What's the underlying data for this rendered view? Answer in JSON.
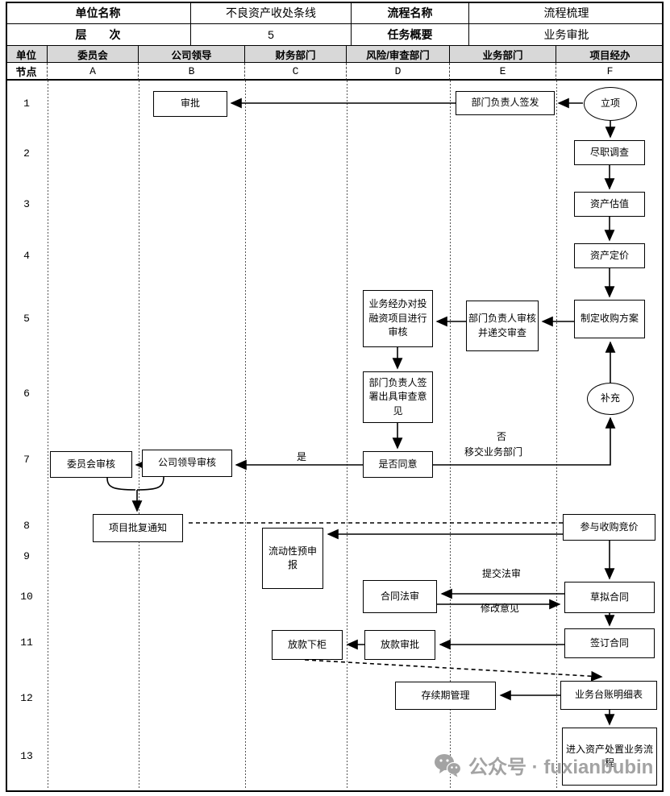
{
  "header": {
    "unit_label": "单位名称",
    "unit_value": "不良资产收处条线",
    "process_label": "流程名称",
    "process_value": "流程梳理",
    "level_label": "层　　次",
    "level_value": "5",
    "task_label": "任务概要",
    "task_value": "业务审批"
  },
  "lane_header_label": "单位",
  "node_header_label": "节点",
  "lanes": [
    {
      "name": "委员会",
      "node": "A"
    },
    {
      "name": "公司领导",
      "node": "B"
    },
    {
      "name": "财务部门",
      "node": "C"
    },
    {
      "name": "风险/审查部门",
      "node": "D"
    },
    {
      "name": "业务部门",
      "node": "E"
    },
    {
      "name": "项目经办",
      "node": "F"
    }
  ],
  "rows": [
    "1",
    "2",
    "3",
    "4",
    "5",
    "6",
    "7",
    "8",
    "9",
    "10",
    "11",
    "12",
    "13"
  ],
  "nodes": {
    "approve": "审批",
    "dept_sign": "部门负责人签发",
    "project_initiation": "立项",
    "due_diligence": "尽职调查",
    "asset_valuation": "资产估值",
    "asset_pricing": "资产定价",
    "biz_review": "业务经办对投融资项目进行审核",
    "dept_review_submit": "部门负责人审核并递交审查",
    "acquisition_plan": "制定收购方案",
    "dept_sign_opinion": "部门负责人签署出具审查意见",
    "supplement": "补充",
    "committee_review": "委员会审核",
    "leader_review": "公司领导审核",
    "agree_decision": "是否同意",
    "approval_notice": "项目批复通知",
    "bid": "参与收购竞价",
    "liquidity_declare": "流动性预申报",
    "contract_legal": "合同法审",
    "draft_contract": "草拟合同",
    "loan_disburse": "放款下柜",
    "loan_approve": "放款审批",
    "sign_contract": "签订合同",
    "duration_mgmt": "存续期管理",
    "ledger": "业务台账明细表",
    "asset_disposal": "进入资产处置业务流程"
  },
  "edge_labels": {
    "yes": "是",
    "no": "否",
    "transfer": "移交业务部门",
    "submit_legal": "提交法审",
    "revise": "修改意见"
  },
  "watermark": {
    "text": "公众号 · fuxianbubin"
  }
}
